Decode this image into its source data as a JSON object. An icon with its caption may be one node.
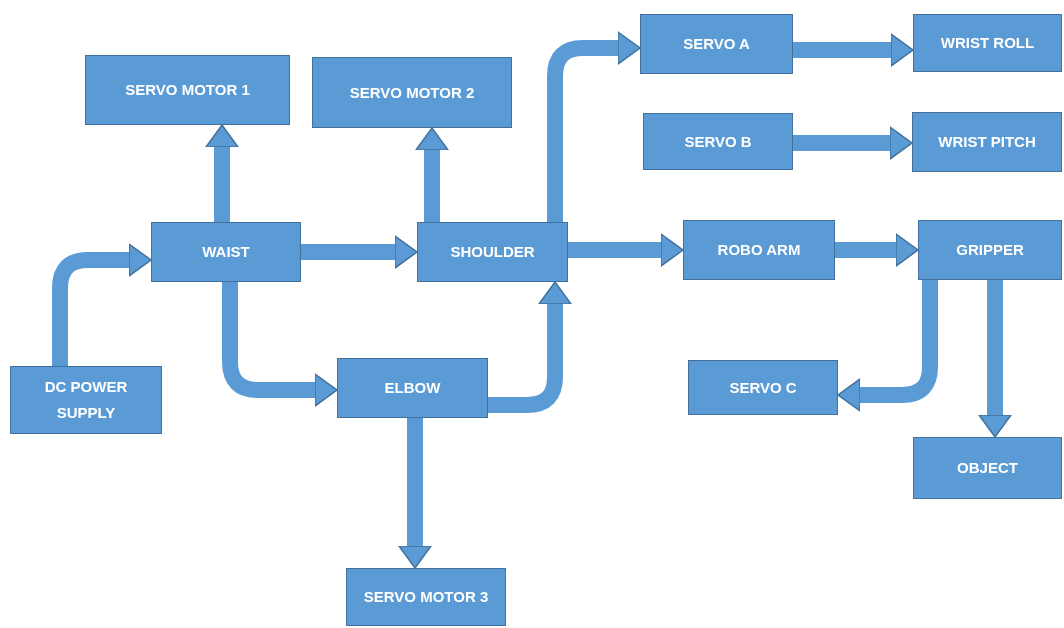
{
  "diagram": {
    "nodes": [
      {
        "text": [
          "SERVO MOTOR 1"
        ]
      },
      {
        "text": [
          "SERVO MOTOR 2"
        ]
      },
      {
        "text": [
          "SERVO A"
        ]
      },
      {
        "text": [
          "WRIST ROLL"
        ]
      },
      {
        "text": [
          "SERVO B"
        ]
      },
      {
        "text": [
          "WRIST PITCH"
        ]
      },
      {
        "text": [
          "WAIST"
        ]
      },
      {
        "text": [
          "SHOULDER"
        ]
      },
      {
        "text": [
          "ROBO ARM"
        ]
      },
      {
        "text": [
          "GRIPPER"
        ]
      },
      {
        "text": [
          "DC POWER SUPPLY"
        ]
      },
      {
        "text": [
          "ELBOW"
        ]
      },
      {
        "text": [
          "SERVO C"
        ]
      },
      {
        "text": [
          "OBJECT"
        ]
      },
      {
        "text": [
          "SERVO MOTOR 3"
        ]
      }
    ],
    "edges": [
      {
        "from": 10,
        "to": 6,
        "arrow": "to"
      },
      {
        "from": 6,
        "to": 0,
        "arrow": "to"
      },
      {
        "from": 6,
        "to": 7,
        "arrow": "to"
      },
      {
        "from": 7,
        "to": 1,
        "arrow": "to"
      },
      {
        "from": 7,
        "to": 2,
        "arrow": "to"
      },
      {
        "from": 2,
        "to": 3,
        "arrow": "to"
      },
      {
        "from": 4,
        "to": 5,
        "arrow": "to"
      },
      {
        "from": 7,
        "to": 8,
        "arrow": "to"
      },
      {
        "from": 8,
        "to": 9,
        "arrow": "to"
      },
      {
        "from": 6,
        "to": 11,
        "arrow": "to"
      },
      {
        "from": 11,
        "to": 7,
        "arrow": "to"
      },
      {
        "from": 11,
        "to": 14,
        "arrow": "to"
      },
      {
        "from": 9,
        "to": 12,
        "arrow": "to"
      },
      {
        "from": 9,
        "to": 13,
        "arrow": "to"
      }
    ]
  }
}
